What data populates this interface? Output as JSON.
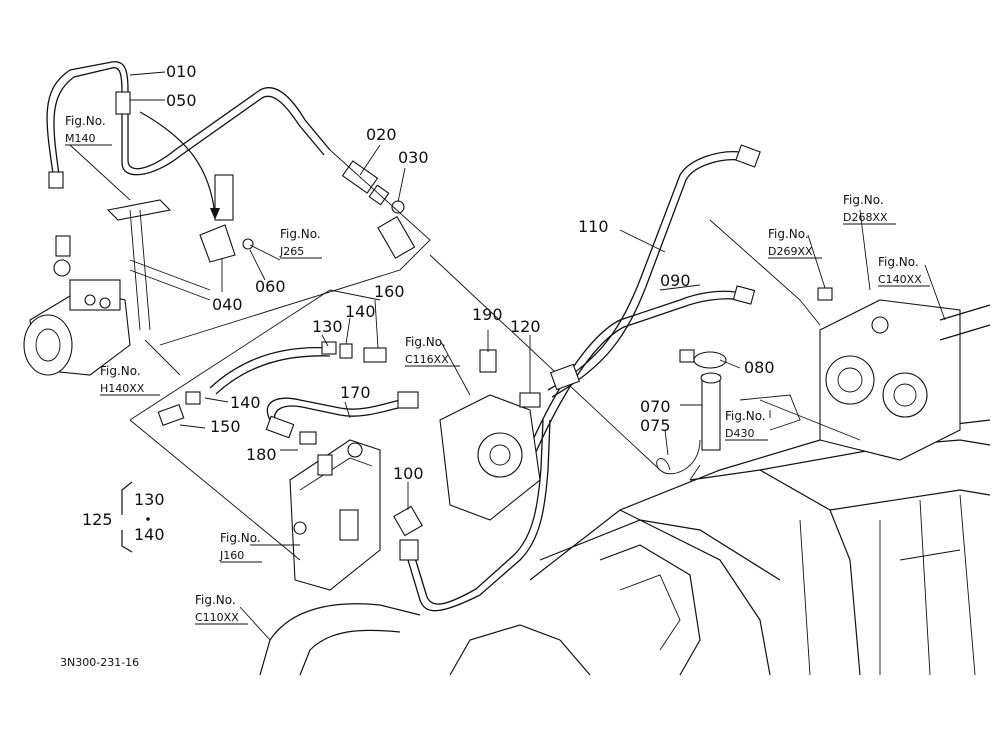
{
  "callouts": [
    {
      "id": "p010",
      "text": "010"
    },
    {
      "id": "p050",
      "text": "050"
    },
    {
      "id": "p020",
      "text": "020"
    },
    {
      "id": "p030",
      "text": "030"
    },
    {
      "id": "p110",
      "text": "110"
    },
    {
      "id": "p090",
      "text": "090"
    },
    {
      "id": "p040",
      "text": "040"
    },
    {
      "id": "p060",
      "text": "060"
    },
    {
      "id": "p160",
      "text": "160"
    },
    {
      "id": "p140a",
      "text": "140"
    },
    {
      "id": "p130",
      "text": "130"
    },
    {
      "id": "p190",
      "text": "190"
    },
    {
      "id": "p120",
      "text": "120"
    },
    {
      "id": "p080",
      "text": "080"
    },
    {
      "id": "p070",
      "text": "070"
    },
    {
      "id": "p075",
      "text": "075"
    },
    {
      "id": "p140b",
      "text": "140"
    },
    {
      "id": "p150",
      "text": "150"
    },
    {
      "id": "p170",
      "text": "170"
    },
    {
      "id": "p180",
      "text": "180"
    },
    {
      "id": "p100",
      "text": "100"
    },
    {
      "id": "p125",
      "text": "125"
    },
    {
      "id": "p125_130",
      "text": "130"
    },
    {
      "id": "p125_140",
      "text": "140"
    }
  ],
  "figure_refs": [
    {
      "id": "m140",
      "label": "Fig.No.",
      "code": "M140"
    },
    {
      "id": "j265",
      "label": "Fig.No.",
      "code": "J265"
    },
    {
      "id": "h140",
      "label": "Fig.No.",
      "code": "H140XX"
    },
    {
      "id": "c116",
      "label": "Fig.No.",
      "code": "C116XX"
    },
    {
      "id": "d268",
      "label": "Fig.No.",
      "code": "D268XX"
    },
    {
      "id": "d269",
      "label": "Fig.No.",
      "code": "D269XX"
    },
    {
      "id": "c140",
      "label": "Fig.No.",
      "code": "C140XX"
    },
    {
      "id": "d430",
      "label": "Fig.No.",
      "code": "D430"
    },
    {
      "id": "j160",
      "label": "Fig.No.",
      "code": "J160"
    },
    {
      "id": "c110",
      "label": "Fig.No.",
      "code": "C110XX"
    }
  ],
  "drawing_number": "3N300-231-16"
}
